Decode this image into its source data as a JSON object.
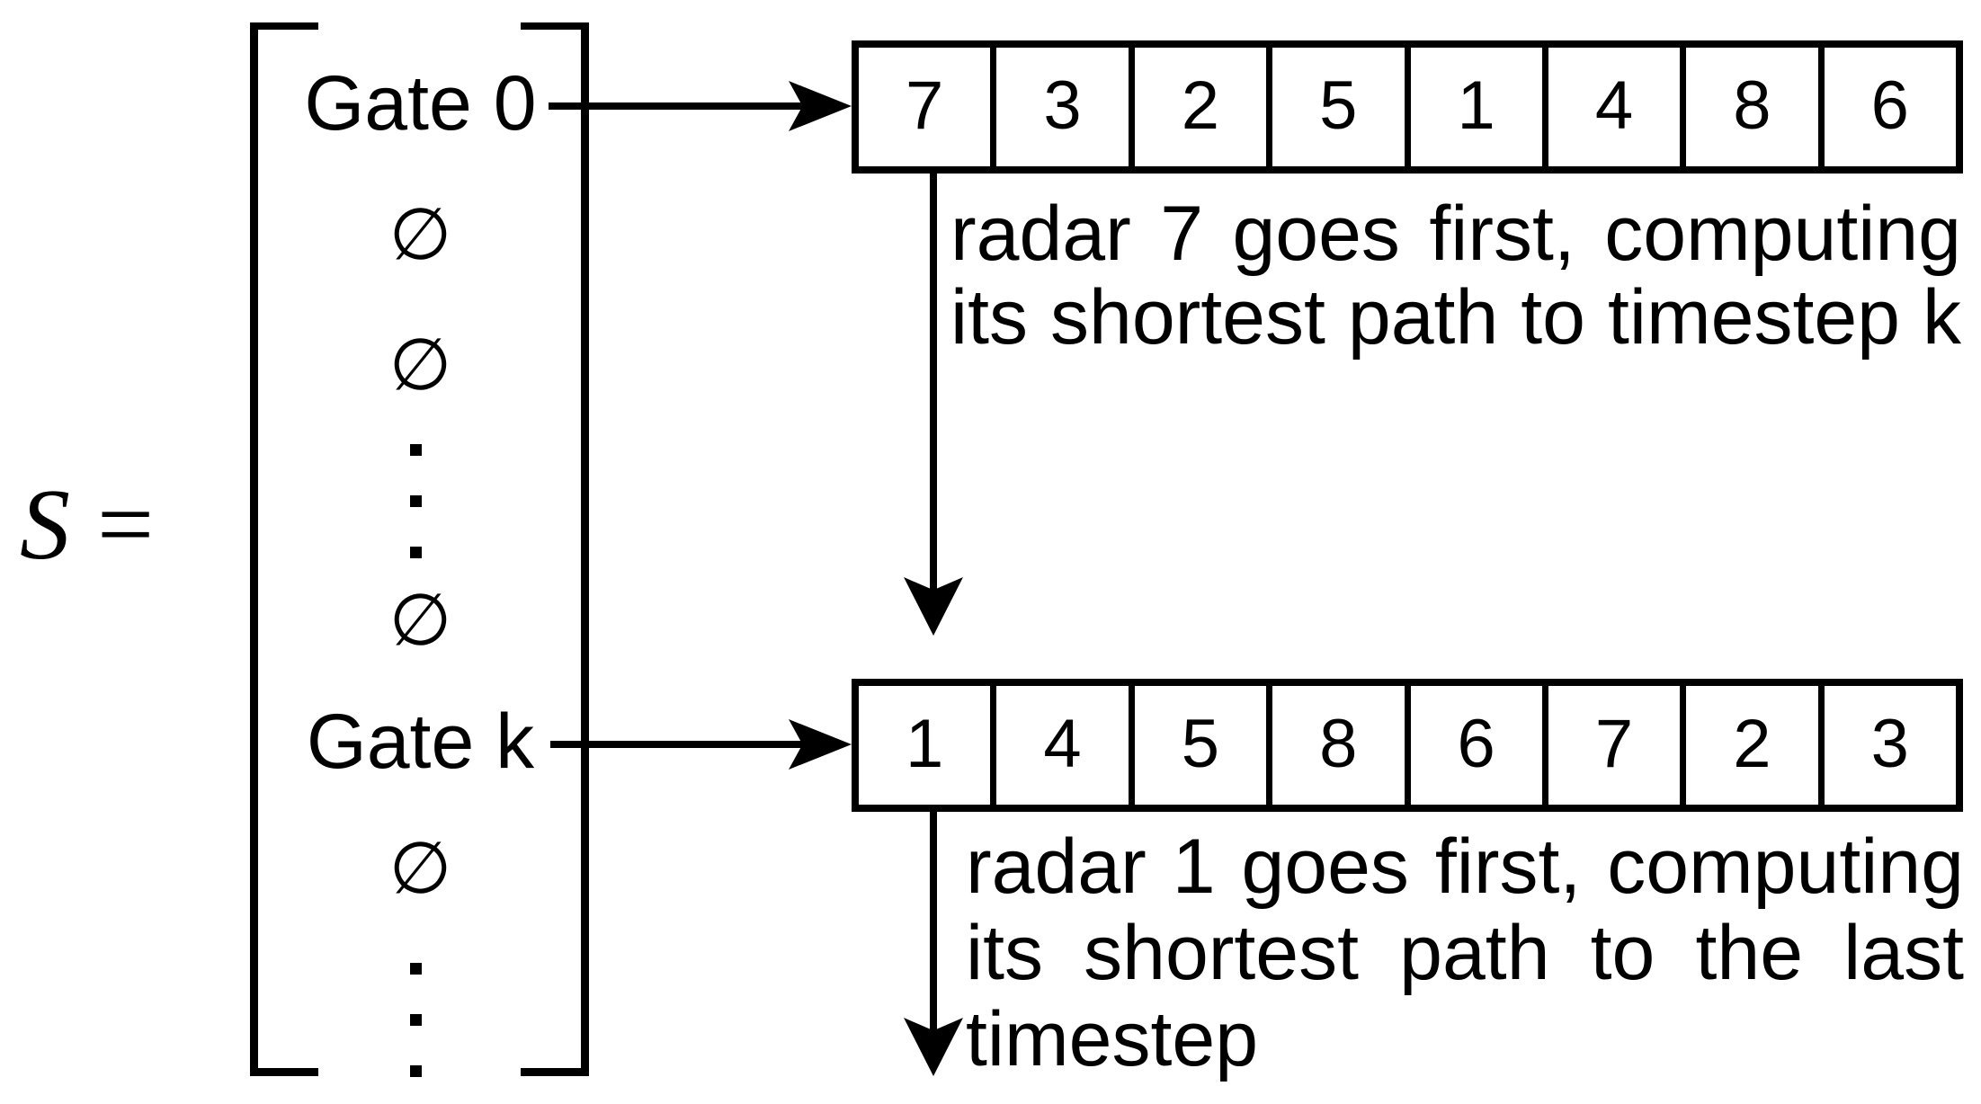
{
  "colors": {
    "ink": "#000000",
    "background": "#ffffff"
  },
  "equation": {
    "lhs": "S",
    "rel": "="
  },
  "matrix": {
    "entries": [
      {
        "kind": "gate",
        "text": "Gate 0"
      },
      {
        "kind": "empty",
        "text": "∅"
      },
      {
        "kind": "empty",
        "text": "∅"
      },
      {
        "kind": "vdots",
        "text": "⋮"
      },
      {
        "kind": "empty",
        "text": "∅"
      },
      {
        "kind": "gate",
        "text": "Gate k"
      },
      {
        "kind": "empty",
        "text": "∅"
      },
      {
        "kind": "vdots",
        "text": "⋮"
      }
    ]
  },
  "gate0_array": {
    "cells": [
      "7",
      "3",
      "2",
      "5",
      "1",
      "4",
      "8",
      "6"
    ]
  },
  "gatek_array": {
    "cells": [
      "1",
      "4",
      "5",
      "8",
      "6",
      "7",
      "2",
      "3"
    ]
  },
  "annotations": {
    "gate0": {
      "lines": [
        "radar 7 goes first, computing",
        "its shortest path to timestep k"
      ]
    },
    "gatek": {
      "lines": [
        "radar 1 goes first, computing",
        "its shortest path to the last",
        "timestep"
      ]
    }
  }
}
